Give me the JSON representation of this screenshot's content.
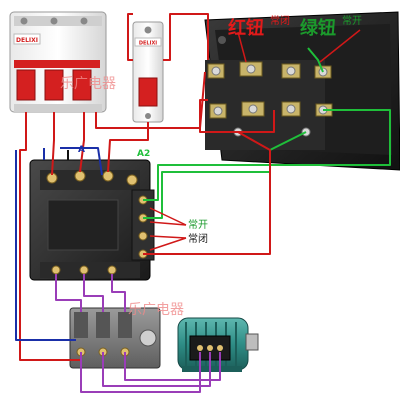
{
  "labels": {
    "red_button": "红钮",
    "red_nc": "常闭",
    "green_button": "绿钮",
    "green_no": "常开",
    "terminal_a": "A",
    "terminal_a2": "A2",
    "aux_no": "常开",
    "aux_nc": "常闭",
    "watermark_top": "乐广电器",
    "watermark_bottom": "乐广电器",
    "breaker_brand": "DELIXI",
    "single_breaker_brand": "DELIXI"
  },
  "colors": {
    "wire_red": "#d01818",
    "wire_blue": "#1a2fa8",
    "wire_green": "#1fbf3a",
    "wire_purple": "#9a3db8",
    "label_red": "#e21a1a",
    "label_green": "#1b9a2c",
    "watermark": "#f08a8a"
  }
}
